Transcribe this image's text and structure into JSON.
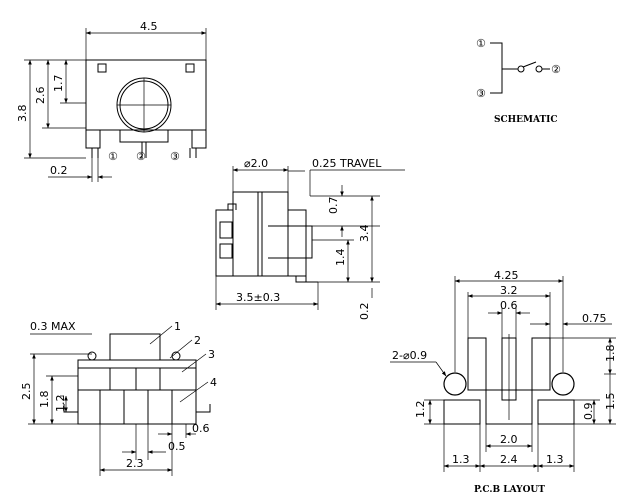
{
  "top_view": {
    "width_dim": "4.5",
    "height_outer": "3.8",
    "height_mid": "2.6",
    "height_inner": "1.7",
    "lead_dim": "0.2",
    "pins": [
      "①",
      "②",
      "③"
    ]
  },
  "schematic": {
    "pins": [
      "①",
      "②",
      "③"
    ],
    "title": "SCHEMATIC"
  },
  "side_view": {
    "stem_dia": "⌀2.0",
    "travel": "0.25 TRAVEL",
    "dim_07": "0.7",
    "dim_34": "3.4",
    "dim_14": "1.4",
    "dim_35": "3.5±0.3",
    "dim_02": "0.2"
  },
  "front_view": {
    "max": "0.3 MAX",
    "callouts": [
      "1",
      "2",
      "3",
      "4"
    ],
    "dim_25": "2.5",
    "dim_18": "1.8",
    "dim_12": "1.2",
    "dim_06": "0.6",
    "dim_05": "0.5",
    "dim_23": "2.3"
  },
  "pcb_layout": {
    "dim_425": "4.25",
    "dim_32": "3.2",
    "dim_06": "0.6",
    "dim_075": "0.75",
    "hole": "2-⌀0.9",
    "dim_18": "1.8",
    "dim_15": "1.5",
    "dim_09": "0.9",
    "dim_12": "1.2",
    "dim_20": "2.0",
    "dim_13a": "1.3",
    "dim_24": "2.4",
    "dim_13b": "1.3",
    "title": "P.C.B LAYOUT"
  }
}
